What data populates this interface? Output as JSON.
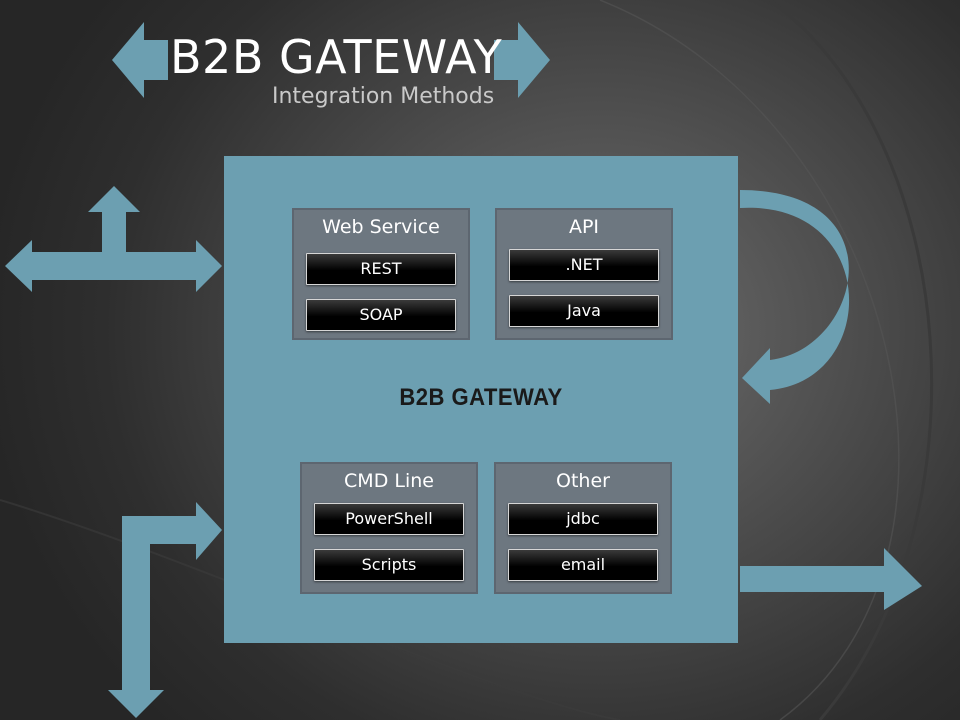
{
  "title": "B2B GATEWAY",
  "subtitle": "Integration Methods",
  "gateway_label": "B2B GATEWAY",
  "colors": {
    "accent": "#6c9fb1",
    "group": "#6d7780",
    "item": "#000000"
  },
  "groups": [
    {
      "title": "Web Service",
      "items": [
        "REST",
        "SOAP"
      ]
    },
    {
      "title": "API",
      "items": [
        ".NET",
        "Java"
      ]
    },
    {
      "title": "CMD Line",
      "items": [
        "PowerShell",
        "Scripts"
      ]
    },
    {
      "title": "Other",
      "items": [
        "jdbc",
        "email"
      ]
    }
  ]
}
